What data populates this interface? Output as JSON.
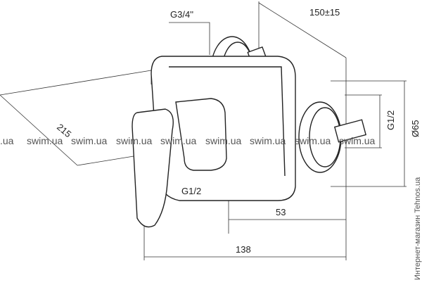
{
  "dimensions": {
    "inlet_thread": "G3/4''",
    "wall_distance": "150±15",
    "outlet_thread_right": "G1/2",
    "flange_diameter": "Ø65",
    "depth": "215",
    "outlet_thread_bottom": "G1/2",
    "offset": "53",
    "width": "138"
  },
  "watermarks": [
    ".ua",
    "swim.ua",
    "swim.ua",
    "swim.ua",
    "swim.ua",
    "swim.ua",
    "swim.ua",
    "swim.ua",
    "swim.ua"
  ],
  "side_text": "Интернет-магазин Tehnos.ua"
}
